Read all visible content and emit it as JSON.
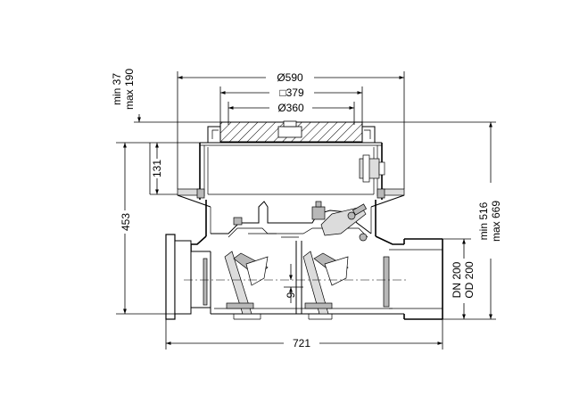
{
  "dimensions": {
    "dia_590": "Ø590",
    "sq_379": "□379",
    "dia_360": "Ø360",
    "height_131": "131",
    "height_453": "453",
    "height_9": "9",
    "width_721": "721",
    "adjust_min": "min 37",
    "adjust_max": "max 190",
    "total_min": "min 516",
    "total_max": "max 669",
    "pipe_dn": "DN 200",
    "pipe_od": "OD 200"
  }
}
